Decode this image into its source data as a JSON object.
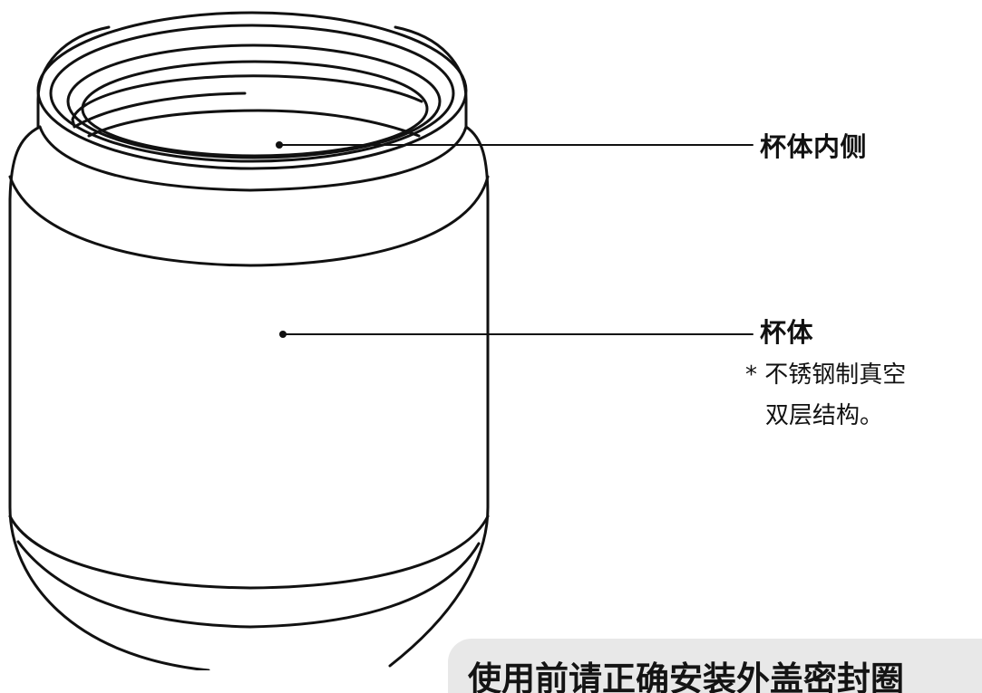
{
  "labels": {
    "inner": "杯体内侧",
    "body": "杯体",
    "note_line1": "* 不锈钢制真空",
    "note_line2": "双层结构。"
  },
  "notice": {
    "text": "使用前请正确安装外盖密封圈"
  },
  "colors": {
    "outline": "#111111",
    "notice_bg": "#e8e8e8",
    "background": "#ffffff"
  }
}
